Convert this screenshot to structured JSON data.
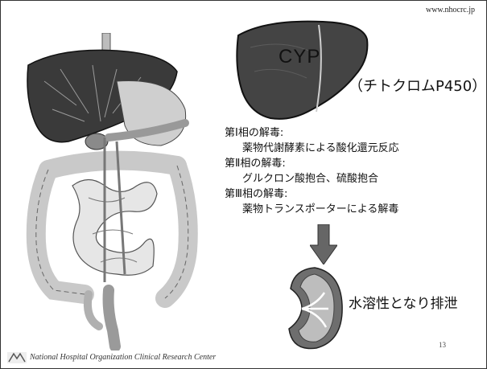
{
  "header": {
    "url": "www.nhocrc.jp"
  },
  "liver_label": {
    "cyp": "CYP",
    "cyp_full": "（チトクロムP450）"
  },
  "detox": {
    "phase1_title": "第Ⅰ相の解毒:",
    "phase1_desc": "薬物代謝酵素による酸化還元反応",
    "phase2_title": "第Ⅱ相の解毒:",
    "phase2_desc": "グルクロン酸抱合、硫酸抱合",
    "phase3_title": "第Ⅲ相の解毒:",
    "phase3_desc": "薬物トランスポーターによる解毒"
  },
  "result": {
    "text": "水溶性となり排泄"
  },
  "footer": {
    "org": "National Hospital Organization Clinical Research Center",
    "page": "13"
  },
  "icons": [
    "digestive-system-illustration",
    "liver-illustration",
    "down-arrow-icon",
    "kidney-illustration",
    "logo-icon"
  ]
}
